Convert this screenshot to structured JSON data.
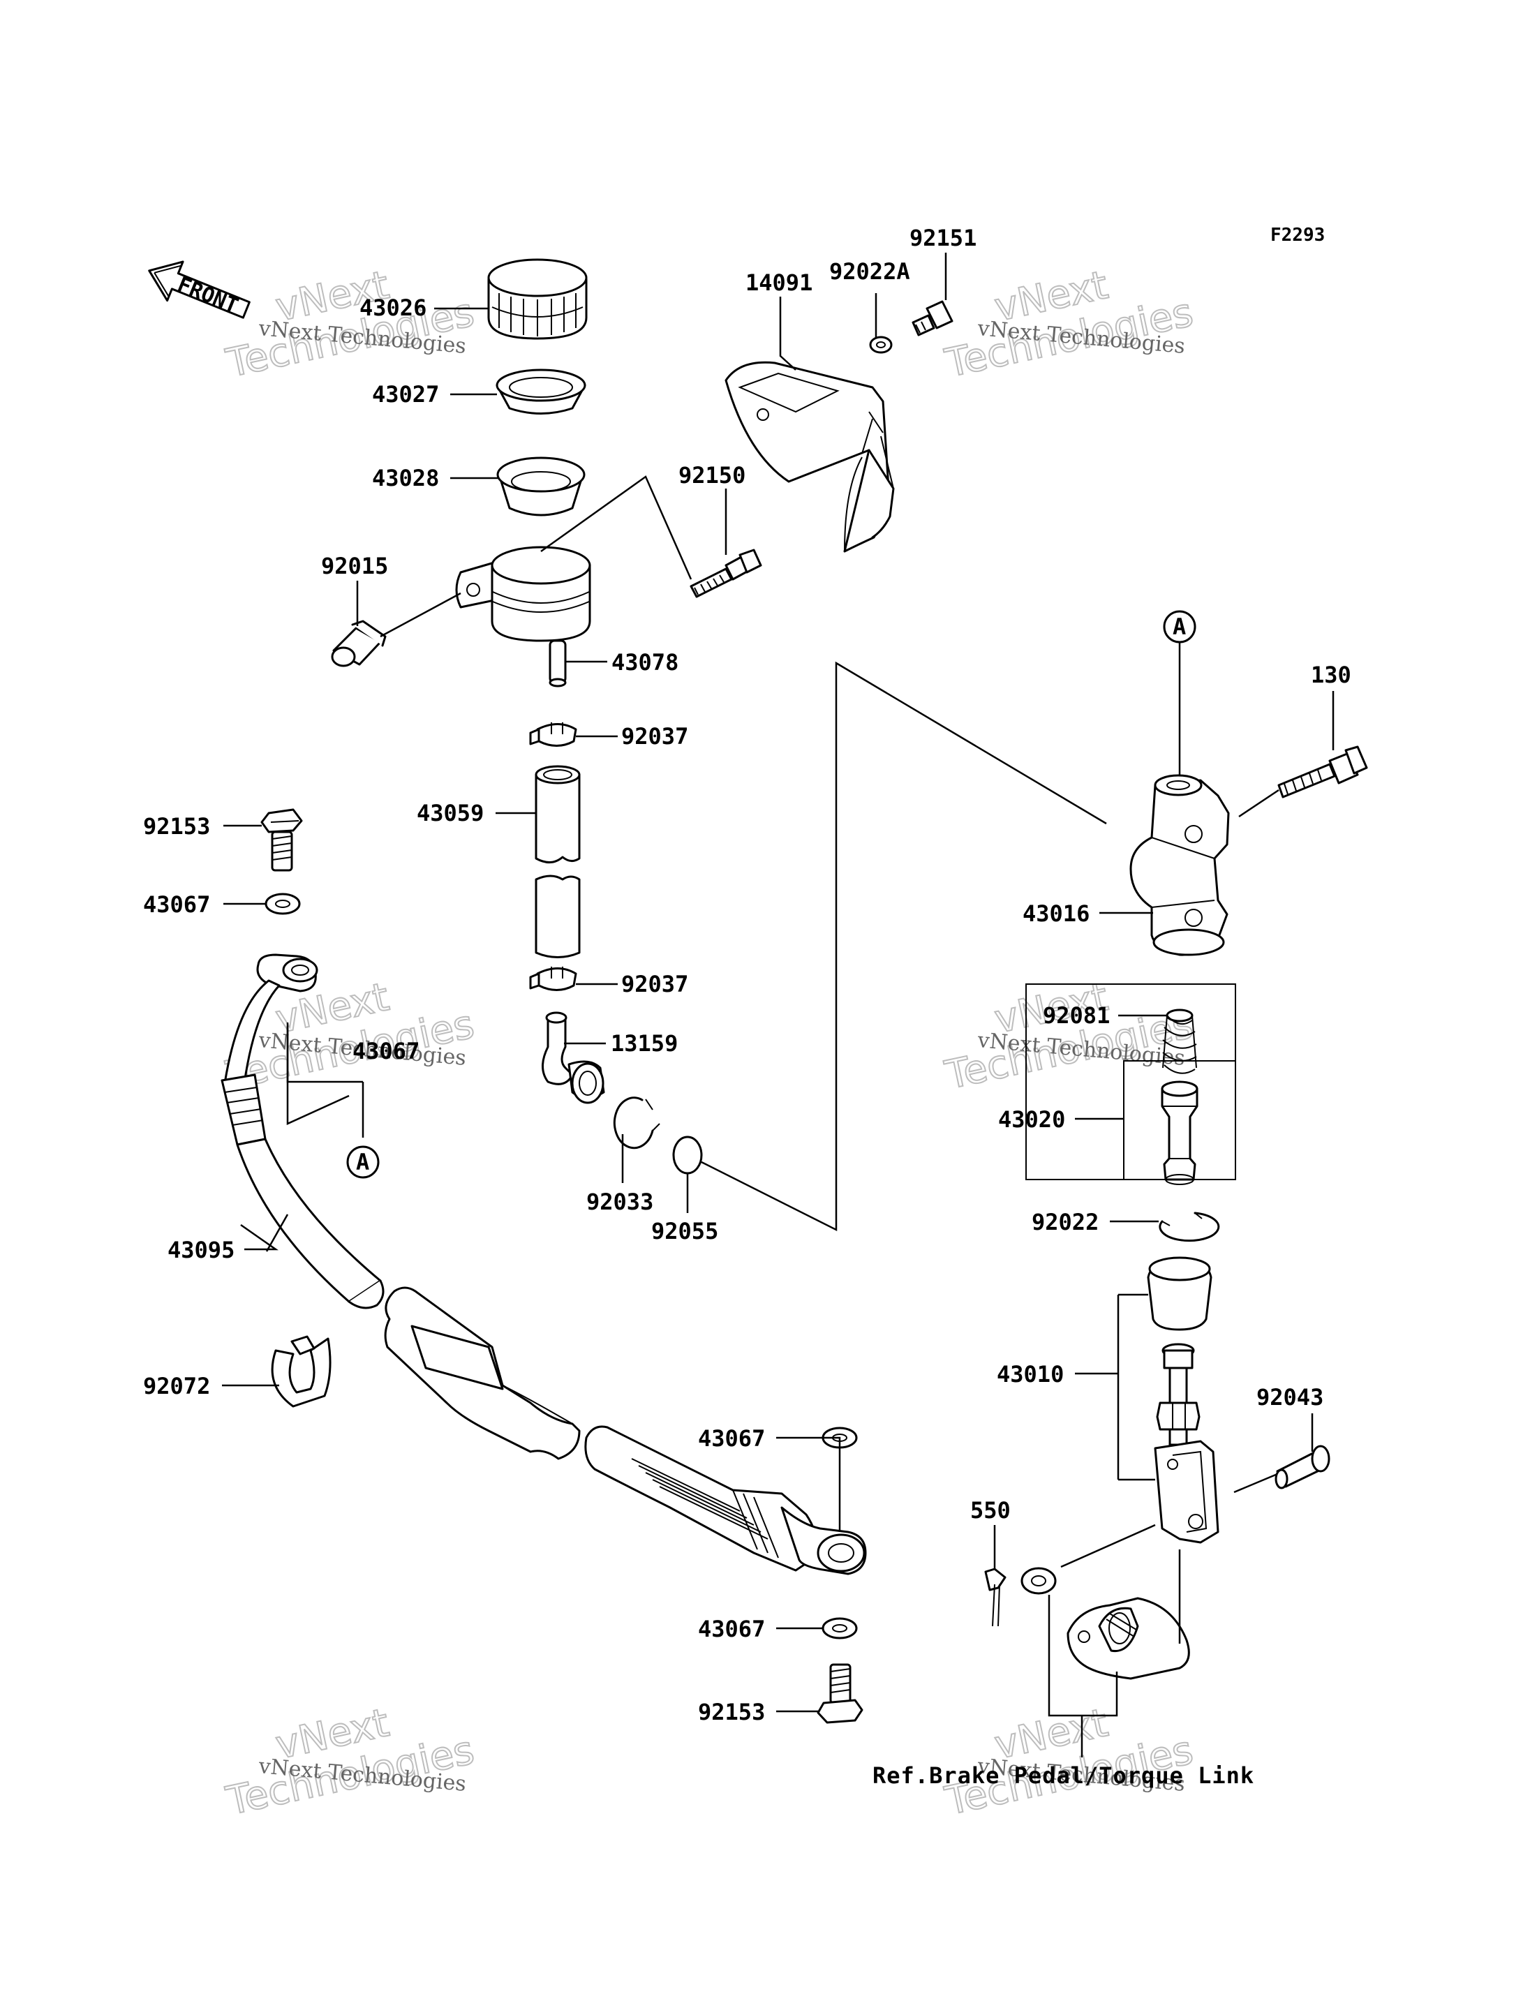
{
  "diagram_code": "F2293",
  "front_label": "FRONT",
  "reference_note": "Ref.Brake Pedal/Torque Link",
  "watermark": {
    "line1": "vNext Technologies",
    "line2": "vNext",
    "line3": "Technologies"
  },
  "callout_marker": "A",
  "parts": {
    "p43026": "43026",
    "p43027": "43027",
    "p43028": "43028",
    "p92015": "92015",
    "p43078": "43078",
    "p92037a": "92037",
    "p43059": "43059",
    "p92037b": "92037",
    "p13159": "13159",
    "p92033": "92033",
    "p92055": "92055",
    "p14091": "14091",
    "p92022A": "92022A",
    "p92151": "92151",
    "p92150": "92150",
    "p92153a": "92153",
    "p43067a": "43067",
    "p43067b": "43067",
    "p43095": "43095",
    "p92072": "92072",
    "p43067c": "43067",
    "p43067d": "43067",
    "p92153b": "92153",
    "p130": "130",
    "p43016": "43016",
    "p92081": "92081",
    "p43020": "43020",
    "p92022": "92022",
    "p43010": "43010",
    "p92043": "92043",
    "p550": "550"
  }
}
